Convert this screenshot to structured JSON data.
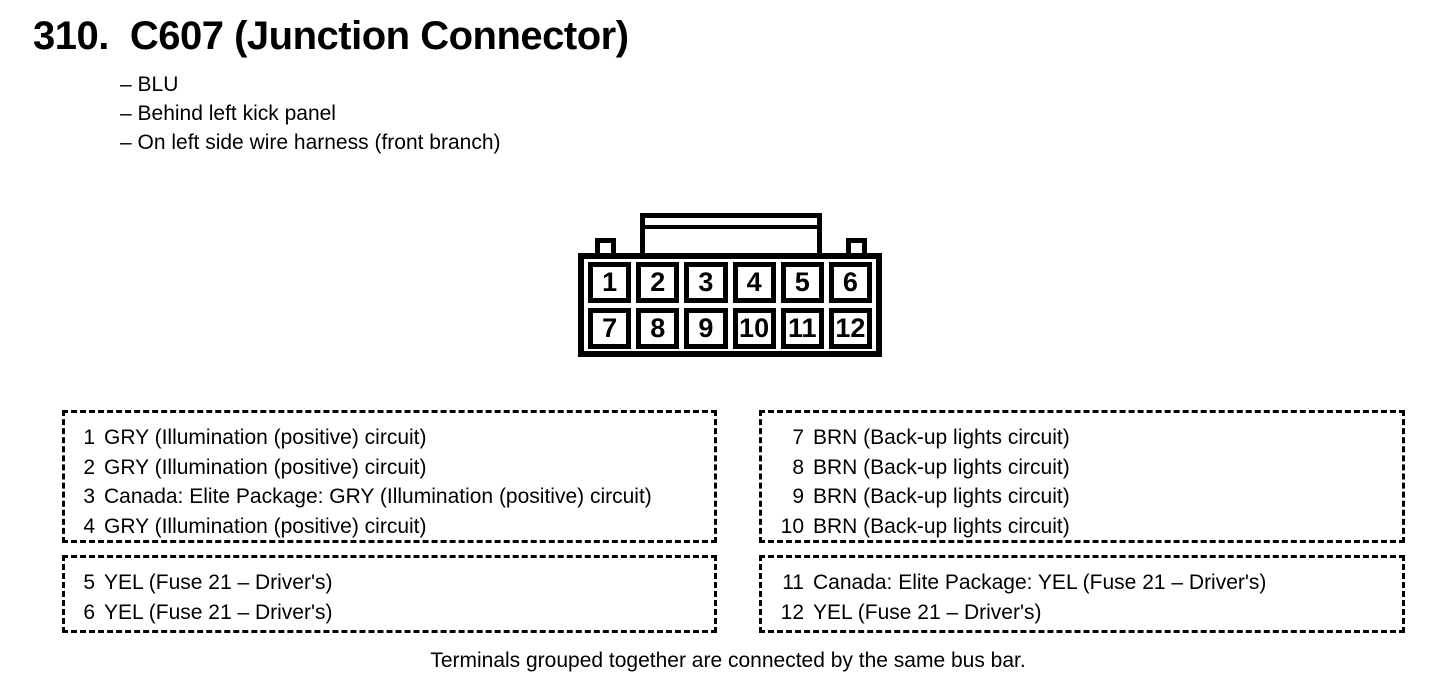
{
  "header": {
    "section_number": "310.",
    "title": "C607 (Junction Connector)",
    "details": [
      "– BLU",
      "– Behind left kick panel",
      "– On left side wire harness (front branch)"
    ]
  },
  "connector": {
    "top_row": [
      "1",
      "2",
      "3",
      "4",
      "5",
      "6"
    ],
    "bottom_row": [
      "7",
      "8",
      "9",
      "10",
      "11",
      "12"
    ]
  },
  "pin_groups": [
    {
      "name": "pins-1-4",
      "items": [
        {
          "pin": "1",
          "desc": "GRY (Illumination (positive) circuit)"
        },
        {
          "pin": "2",
          "desc": "GRY (Illumination (positive) circuit)"
        },
        {
          "pin": "3",
          "desc": "Canada: Elite Package: GRY (Illumination (positive) circuit)"
        },
        {
          "pin": "4",
          "desc": "GRY (Illumination (positive) circuit)"
        }
      ]
    },
    {
      "name": "pins-7-10",
      "items": [
        {
          "pin": "7",
          "desc": "BRN (Back-up lights circuit)"
        },
        {
          "pin": "8",
          "desc": "BRN (Back-up lights circuit)"
        },
        {
          "pin": "9",
          "desc": "BRN (Back-up lights circuit)"
        },
        {
          "pin": "10",
          "desc": "BRN (Back-up lights circuit)"
        }
      ]
    },
    {
      "name": "pins-5-6",
      "items": [
        {
          "pin": "5",
          "desc": "YEL (Fuse 21 – Driver's)"
        },
        {
          "pin": "6",
          "desc": "YEL (Fuse 21 – Driver's)"
        }
      ]
    },
    {
      "name": "pins-11-12",
      "items": [
        {
          "pin": "11",
          "desc": "Canada: Elite Package: YEL (Fuse 21 – Driver's)"
        },
        {
          "pin": "12",
          "desc": "YEL (Fuse 21 – Driver's)"
        }
      ]
    }
  ],
  "footer": {
    "note": "Terminals grouped together are connected by the same bus bar."
  },
  "colors": {
    "ink": "#000000",
    "paper": "#ffffff"
  }
}
